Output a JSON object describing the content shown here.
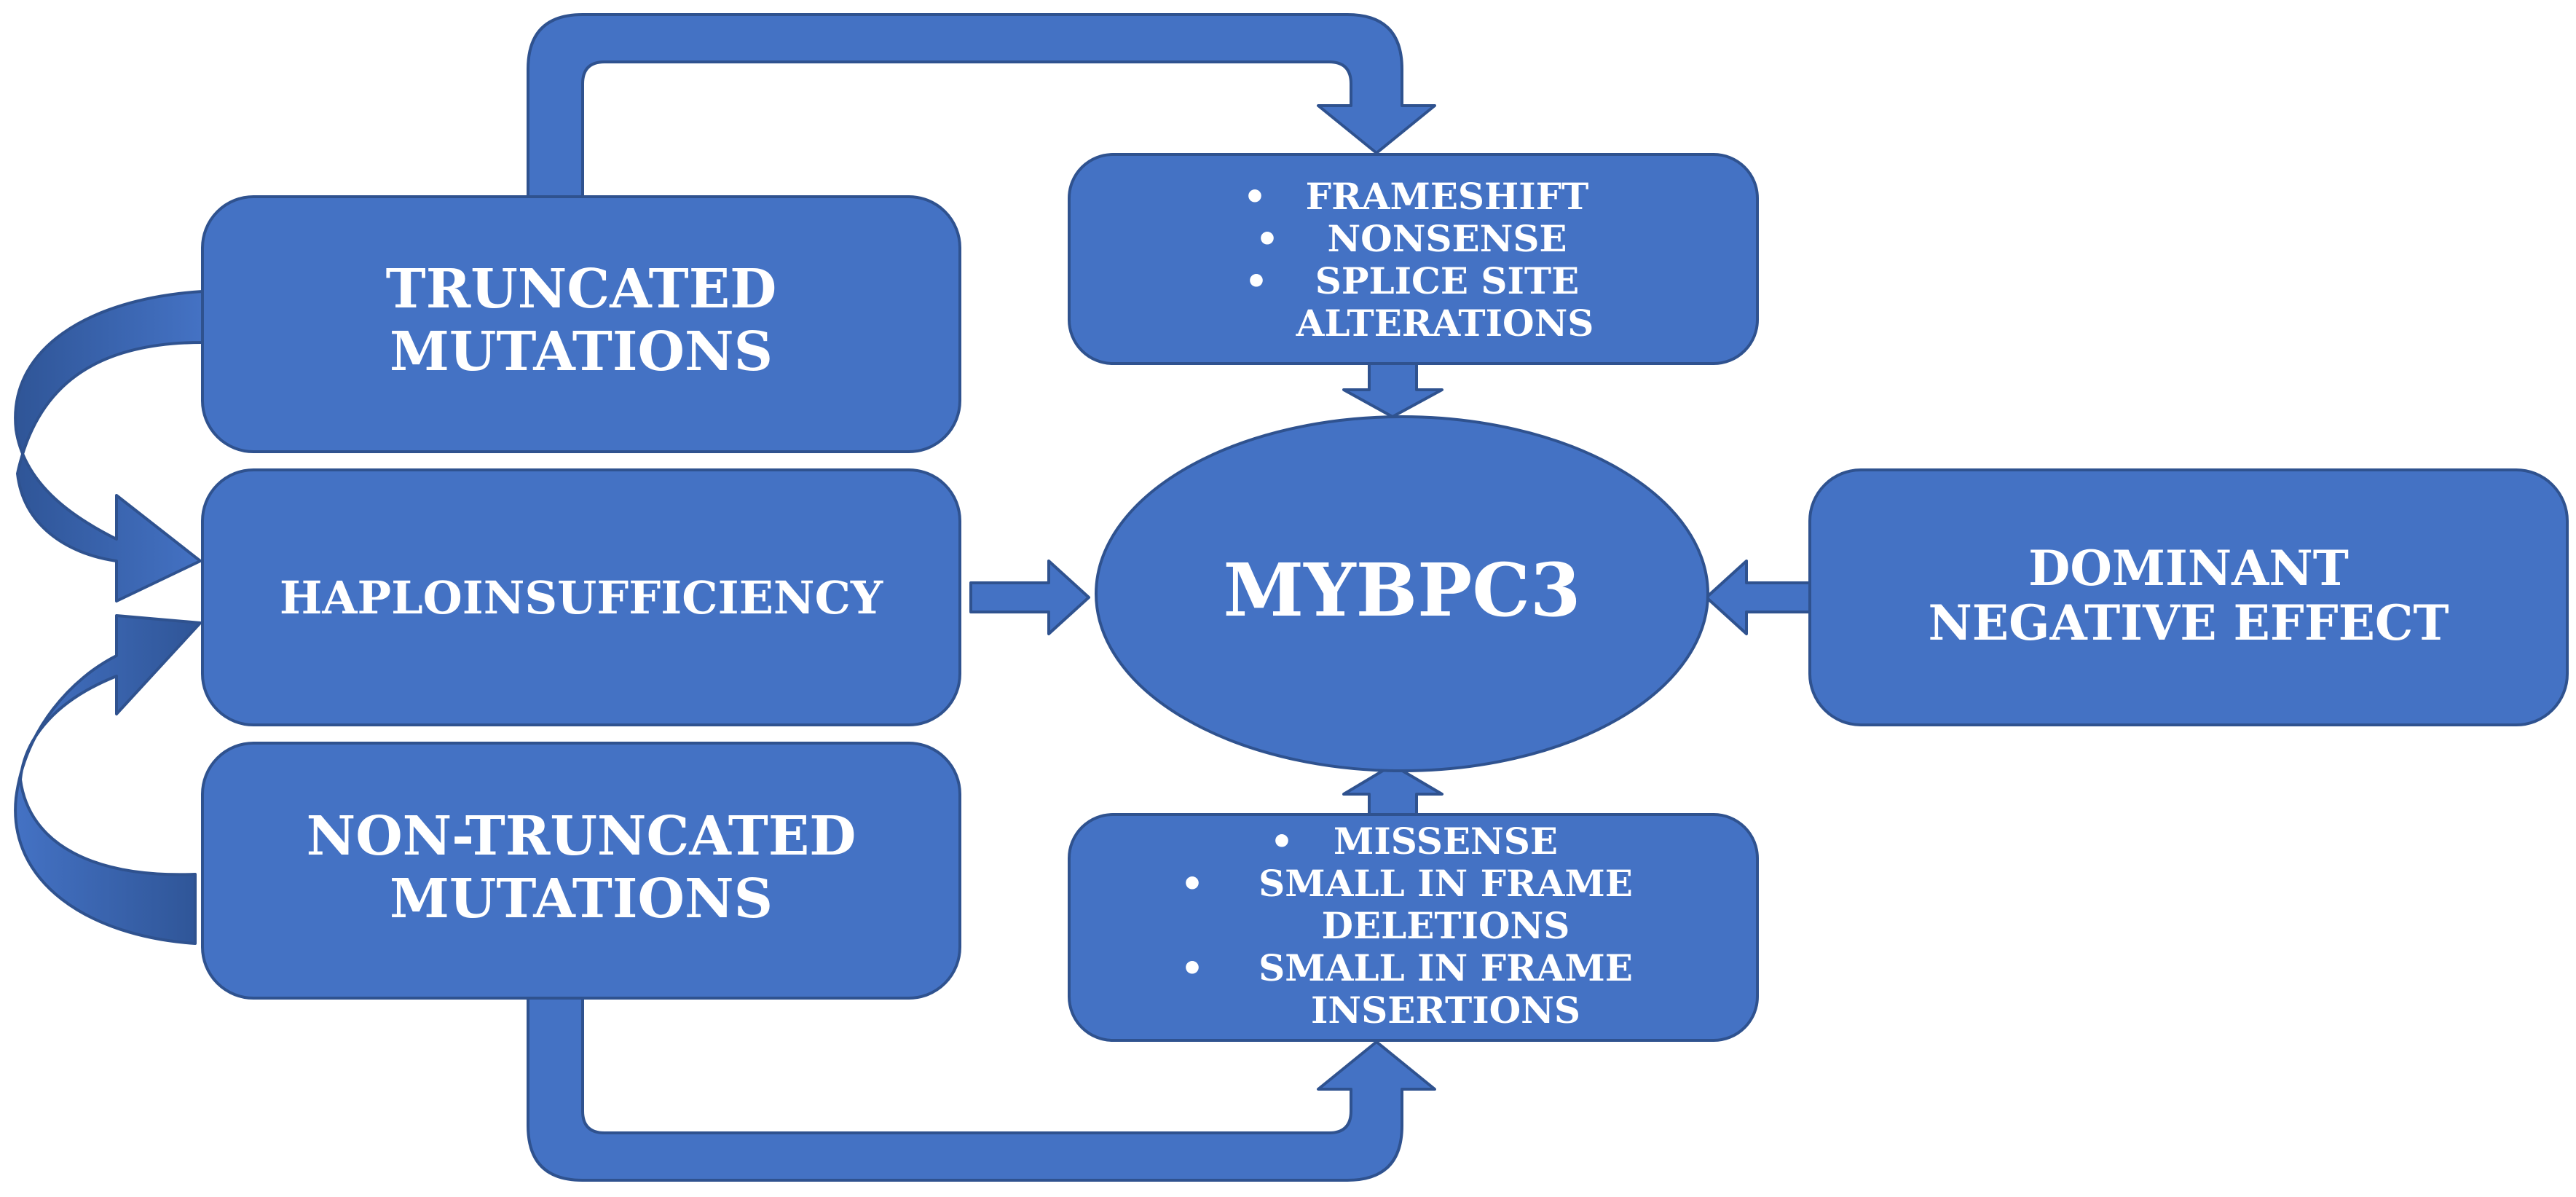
{
  "nodes": {
    "truncated": {
      "lines": [
        "TRUNCATED",
        "MUTATIONS"
      ]
    },
    "haploinsufficiency": {
      "lines": [
        "HAPLOINSUFFICIENCY"
      ]
    },
    "non_truncated": {
      "lines": [
        "NON-TRUNCATED",
        "MUTATIONS"
      ]
    },
    "mybpc3": {
      "label": "MYBPC3"
    },
    "dominant": {
      "lines": [
        "DOMINANT",
        "NEGATIVE EFFECT"
      ]
    },
    "truncating_types": {
      "items": [
        "FRAMESHIFT",
        "NONSENSE",
        "SPLICE SITE"
      ],
      "continuation": "ALTERATIONS"
    },
    "non_truncating_types": {
      "items": [
        "MISSENSE",
        "SMALL IN FRAME",
        "SMALL IN FRAME"
      ],
      "continuations": [
        "DELETIONS",
        "INSERTIONS"
      ]
    }
  },
  "bullet": "•",
  "colors": {
    "box_fill": "#4472C4",
    "box_stroke": "#2F528F",
    "curved_arrow_dark": "#2F5597",
    "text": "#FFFFFF",
    "background": "#FFFFFF"
  }
}
